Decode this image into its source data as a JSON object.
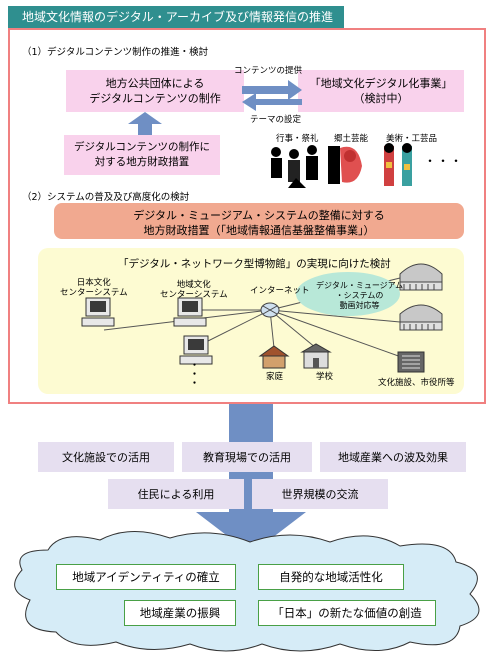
{
  "title": "地域文化情報のデジタル・アーカイブ及び情報発信の推進",
  "section1": {
    "heading": "（1）デジタルコンテンツ制作の推進・検討",
    "box_local": "地方公共団体による\nデジタルコンテンツの制作",
    "box_project": "「地域文化デジタル化事業」\n（検討中）",
    "arrow_contents": "コンテンツの提供",
    "arrow_theme": "テーマの設定",
    "box_support": "デジタルコンテンツの制作に\n対する地方財政措置",
    "cat_festival": "行事・祭礼",
    "cat_performing": "郷土芸能",
    "cat_crafts": "美術・工芸品",
    "ellipsis": "・・・"
  },
  "section2": {
    "heading": "（2）システムの普及及び高度化の検討",
    "salmon_box": "デジタル・ミュージアム・システムの整備に対する\n地方財政措置（「地域情報通信基盤整備事業」）",
    "network_title": "「デジタル・ネットワーク型博物館」の実現に向けた検討",
    "node_japan": "日本文化\nセンターシステム",
    "node_regional": "地域文化\nセンターシステム",
    "internet": "インターネット",
    "cloud": "デジタル・ミュージアム\n・システムの\n動画対応等",
    "home": "家庭",
    "school": "学校",
    "facilities": "文化施設、市役所等",
    "dots": "・\n・\n・"
  },
  "uses": {
    "row1": [
      "文化施設での活用",
      "教育現場での活用",
      "地域産業への波及効果"
    ],
    "row2": [
      "住民による利用",
      "世界規模の交流"
    ]
  },
  "outcomes": [
    "地域アイデンティティの確立",
    "自発的な地域活性化",
    "地域産業の振興",
    "「日本」の新たな価値の創造"
  ],
  "colors": {
    "title_bg": "#2f8f8f",
    "frame": "#f08080",
    "pink_box": "#f9d2ec",
    "salmon_box": "#f1a990",
    "yellow_panel": "#fdfbd2",
    "arrow_blue": "#6f8fc4",
    "lavender": "#e6dff0",
    "green_border": "#49a046",
    "cloud_fill": "#d6ecf7"
  }
}
